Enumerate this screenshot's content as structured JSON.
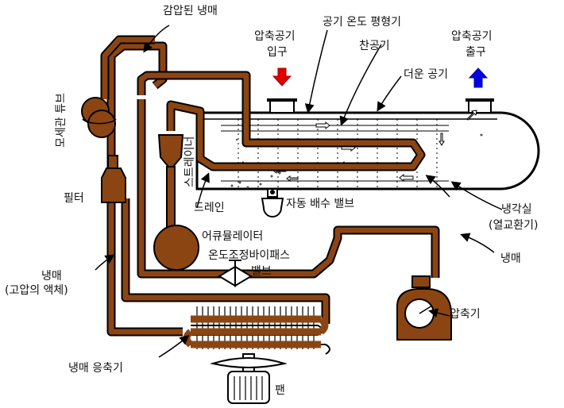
{
  "labels": {
    "reduced_refrigerant": "감압된 냉매",
    "air_temp_balancer": "공기 온도 평형기",
    "compressed_air_inlet_line1": "압축공기",
    "compressed_air_inlet_line2": "입구",
    "compressed_air_outlet_line1": "압축공기",
    "compressed_air_outlet_line2": "출구",
    "cold_air": "찬공기",
    "hot_air": "더운 공기",
    "capillary_tube": "모세관 튜브",
    "strainer": "스트레이너",
    "filter": "필터",
    "auto_drain_valve": "자동 배수 밸브",
    "drain": "드레인",
    "cooler_line1": "냉각실",
    "cooler_line2": "(열교환기)",
    "accumulator": "어큐뮬레이터",
    "temp_bypass_line1": "온도조정바이패스",
    "temp_bypass_line2": "밸브",
    "refrigerant_right": "냉매",
    "refrigerant_left_line1": "냉매",
    "refrigerant_left_line2": "(고압의 액체)",
    "compressor": "압축기",
    "condenser": "냉매 응축기",
    "fan": "팬"
  },
  "colors": {
    "pipe": "#8b4513",
    "pipe_dark": "#5a2d0c",
    "inlet_arrow": "#e00000",
    "outlet_arrow": "#0000e0",
    "outline": "#000000"
  }
}
